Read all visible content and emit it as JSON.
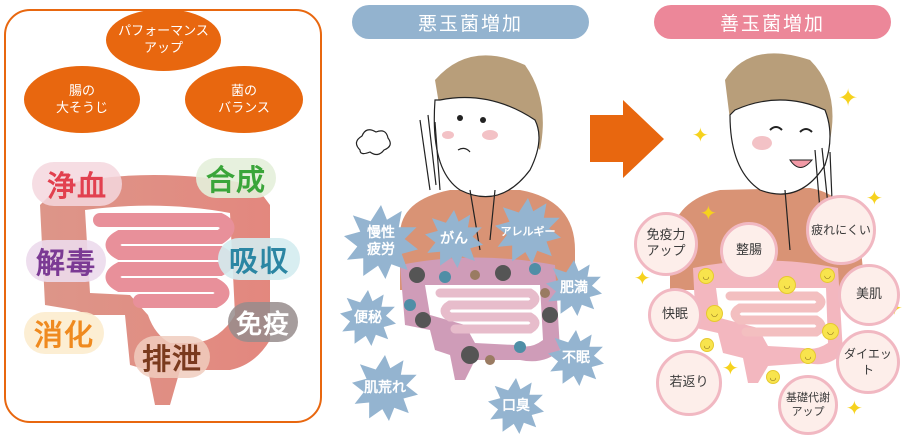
{
  "colors": {
    "accent_orange": "#e8670f",
    "bad_header": "#93b3cf",
    "good_header": "#ec8799",
    "burst_blue": "#94b4d0",
    "bubble_fill": "#fdeeea",
    "bubble_border": "#f1b8c2",
    "bad_intestine": "#cf9cb8",
    "good_intestine": "#f3b7bf",
    "shoulder": "#d99375"
  },
  "left_panel": {
    "ovals": [
      {
        "line1": "パフォーマンス",
        "line2": "アップ"
      },
      {
        "line1": "腸の",
        "line2": "大そうじ"
      },
      {
        "line1": "菌の",
        "line2": "バランス"
      }
    ],
    "functions": [
      {
        "label": "浄血",
        "color": "#e2404f"
      },
      {
        "label": "合成",
        "color": "#3aa53a"
      },
      {
        "label": "解毒",
        "color": "#7b3a94"
      },
      {
        "label": "吸収",
        "color": "#2b86a3"
      },
      {
        "label": "消化",
        "color": "#ef8a1f"
      },
      {
        "label": "免疫",
        "color": "#ffffff"
      },
      {
        "label": "排泄",
        "color": "#7a3a1e"
      }
    ]
  },
  "bad_section": {
    "title": "悪玉菌増加",
    "effects": [
      {
        "line1": "慢性",
        "line2": "疲労"
      },
      {
        "line1": "がん",
        "line2": ""
      },
      {
        "line1": "アレルギー",
        "line2": ""
      },
      {
        "line1": "肥満",
        "line2": ""
      },
      {
        "line1": "便秘",
        "line2": ""
      },
      {
        "line1": "不眠",
        "line2": ""
      },
      {
        "line1": "肌荒れ",
        "line2": ""
      },
      {
        "line1": "口臭",
        "line2": ""
      }
    ]
  },
  "arrow": {
    "icon": "right-arrow-icon"
  },
  "good_section": {
    "title": "善玉菌増加",
    "effects": [
      {
        "line1": "免疫力",
        "line2": "アップ"
      },
      {
        "line1": "整腸",
        "line2": ""
      },
      {
        "line1": "疲れにくい",
        "line2": ""
      },
      {
        "line1": "美肌",
        "line2": ""
      },
      {
        "line1": "快眠",
        "line2": ""
      },
      {
        "line1": "ダイエット",
        "line2": ""
      },
      {
        "line1": "若返り",
        "line2": ""
      },
      {
        "line1": "基礎代謝",
        "line2": "アップ"
      }
    ]
  }
}
